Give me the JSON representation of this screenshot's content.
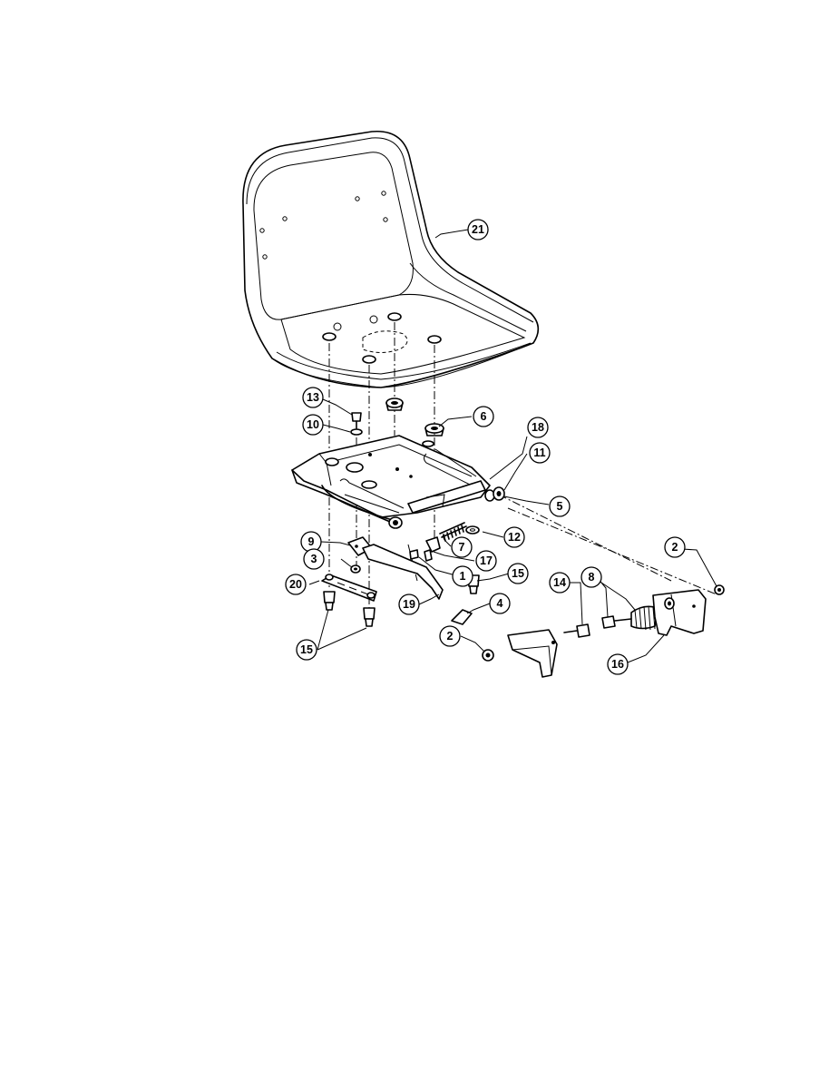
{
  "diagram": {
    "callouts": [
      {
        "id": "c21",
        "label": "21",
        "part": "seat"
      },
      {
        "id": "c13",
        "label": "13",
        "part": "bolt"
      },
      {
        "id": "c10",
        "label": "10",
        "part": "washer"
      },
      {
        "id": "c6",
        "label": "6",
        "part": "bushing"
      },
      {
        "id": "c18",
        "label": "18",
        "part": "seat-pan"
      },
      {
        "id": "c11",
        "label": "11",
        "part": "washer"
      },
      {
        "id": "c5",
        "label": "5",
        "part": "nut"
      },
      {
        "id": "c12",
        "label": "12",
        "part": "washer"
      },
      {
        "id": "c7",
        "label": "7",
        "part": "spring"
      },
      {
        "id": "c17",
        "label": "17",
        "part": "clip"
      },
      {
        "id": "c1",
        "label": "1",
        "part": "screw"
      },
      {
        "id": "c15a",
        "label": "15",
        "part": "bolt"
      },
      {
        "id": "c9",
        "label": "9",
        "part": "bracket"
      },
      {
        "id": "c3",
        "label": "3",
        "part": "nut"
      },
      {
        "id": "c20",
        "label": "20",
        "part": "slide-rail"
      },
      {
        "id": "c15b",
        "label": "15",
        "part": "bolt"
      },
      {
        "id": "c19",
        "label": "19",
        "part": "adjust-lever"
      },
      {
        "id": "c4",
        "label": "4",
        "part": "grip"
      },
      {
        "id": "c2a",
        "label": "2",
        "part": "nut"
      },
      {
        "id": "c14",
        "label": "14",
        "part": "bolt"
      },
      {
        "id": "c8",
        "label": "8",
        "part": "spring"
      },
      {
        "id": "c2b",
        "label": "2",
        "part": "nut"
      },
      {
        "id": "c16",
        "label": "16",
        "part": "pivot-bracket"
      }
    ]
  }
}
